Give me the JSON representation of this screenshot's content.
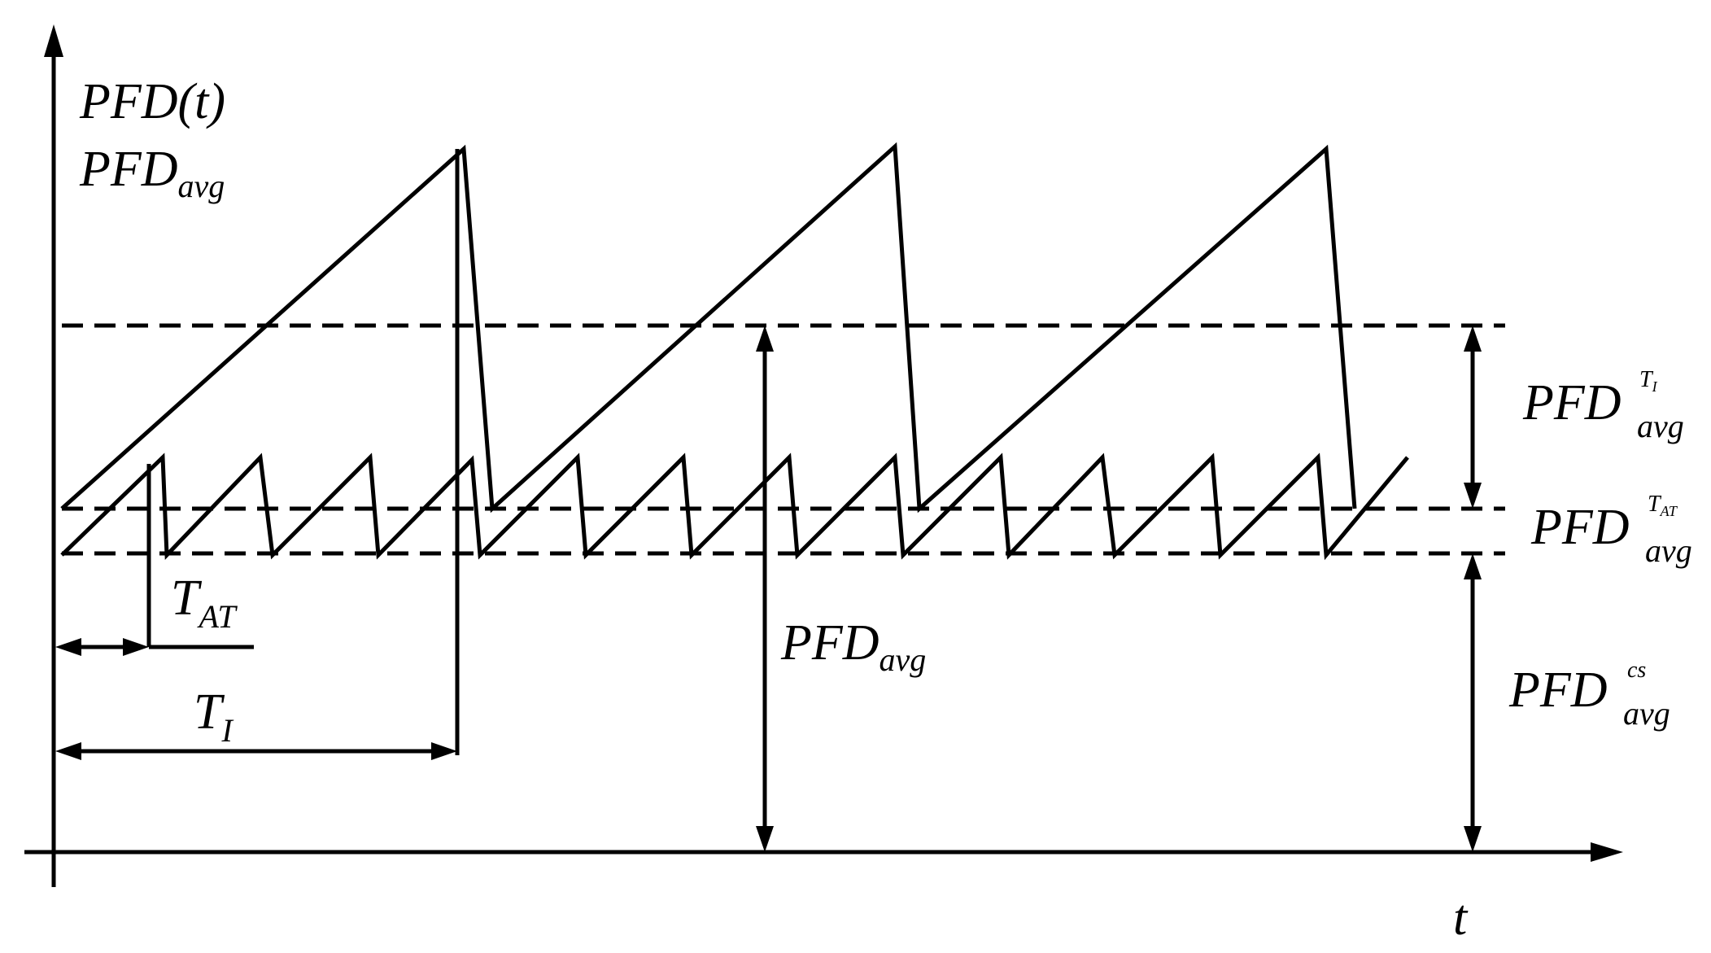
{
  "labels": {
    "y_axis_line1": "PFD(t)",
    "y_axis_line2_main": "PFD",
    "y_axis_line2_sub": "avg",
    "x_axis": "t",
    "t_at_main": "T",
    "t_at_sub": "AT",
    "t_i_main": "T",
    "t_i_sub": "I",
    "pfd_avg_middle_main": "PFD",
    "pfd_avg_middle_sub": "avg",
    "pfd_ti_main": "PFD",
    "pfd_ti_sup_main": "T",
    "pfd_ti_sup_sub": "I",
    "pfd_ti_sub": "avg",
    "pfd_tat_main": "PFD",
    "pfd_tat_sup_main": "T",
    "pfd_tat_sup_sub": "AT",
    "pfd_tat_sub": "avg",
    "pfd_cs_main": "PFD",
    "pfd_cs_sup": "cs",
    "pfd_cs_sub": "avg"
  },
  "colors": {
    "ink": "#000000",
    "background": "#ffffff"
  }
}
